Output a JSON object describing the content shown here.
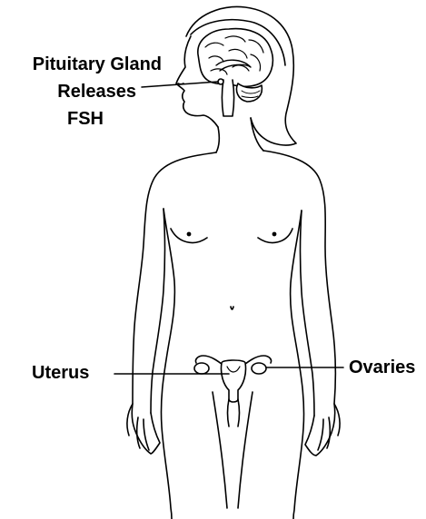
{
  "labels": {
    "pituitary": {
      "line1": "Pituitary Gland",
      "line2": "Releases",
      "line3": "FSH"
    },
    "uterus": "Uterus",
    "ovaries": "Ovaries"
  },
  "colors": {
    "outline": "#000000",
    "background": "#ffffff",
    "tissue_fill": "#ffffff"
  }
}
